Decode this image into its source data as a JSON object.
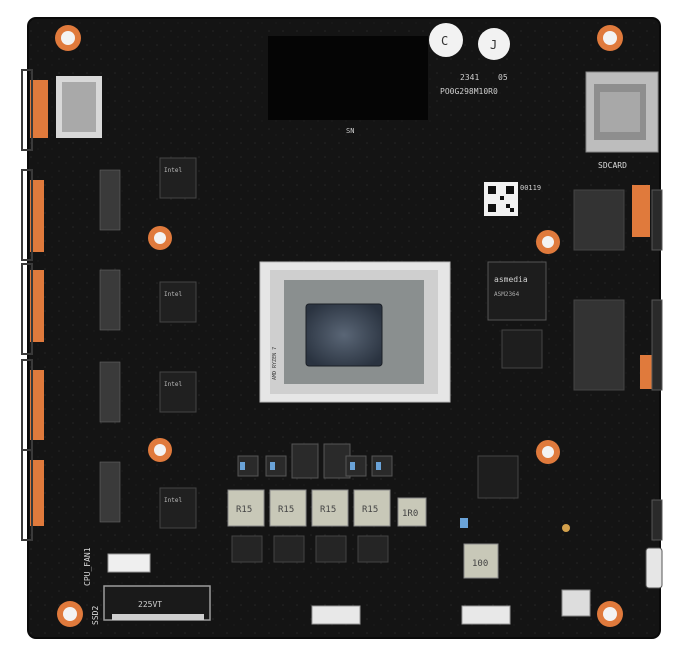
{
  "colors": {
    "pcb": "#141414",
    "pcb_edge": "#0c0c0c",
    "copper_pad": "#e07a3c",
    "mount_hole": "#f0f0f0",
    "inductor": "#cfcfc0",
    "silkscreen": "#d9d9d9",
    "die": "#3c4552",
    "cpu_substrate": "#2f6f6a",
    "chip": "#1e1e1e",
    "cap_blue": "#6aa3d8"
  },
  "labels": {
    "sn": "SN",
    "board_code": "PO0G298M10R0",
    "board_rev": "05",
    "board_date": "2341",
    "sd_card": "SDCARD",
    "cpu_fan": "CPU_FAN1",
    "ssd": "SSD2",
    "m2_code": "225VT",
    "asmedia": "asmedia",
    "asmedia_part": "ASM2364",
    "amd": "AMD RYZEN 7",
    "inductor_mark": "R15",
    "small_inductor_mark": "1R0",
    "big_inductor_mark": "100",
    "qr_code": "00119",
    "intel_1": "Intel",
    "intel_2": "Intel",
    "intel_3": "Intel",
    "intel_4": "Intel",
    "sticker_c": "C",
    "sticker_j": "J"
  }
}
